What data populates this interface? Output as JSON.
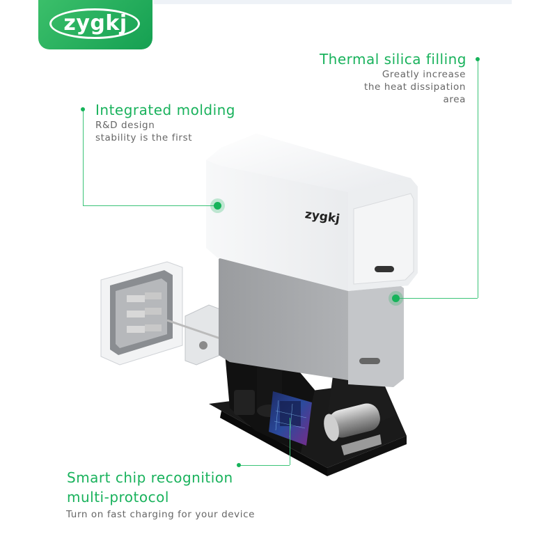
{
  "brand": {
    "logo_text": "zygkj",
    "case_logo_text": "zygkj"
  },
  "features": [
    {
      "title": "Thermal silica filling",
      "lines": [
        "Greatly increase",
        "the heat dissipation",
        "area"
      ]
    },
    {
      "title": "Integrated molding",
      "lines": [
        "R&D design",
        "stability is the first"
      ]
    },
    {
      "title": "Smart chip recognition",
      "title2": "multi-protocol",
      "lines": [
        "Turn on fast charging for your device"
      ]
    }
  ],
  "colors": {
    "accent": "#19b25c",
    "leader": "#3ac377",
    "body_text": "#666666",
    "logo_bg": "#1fae5a"
  },
  "icons": [
    "logo-oval-icon",
    "callout-dot-icon",
    "leader-line-icon"
  ]
}
